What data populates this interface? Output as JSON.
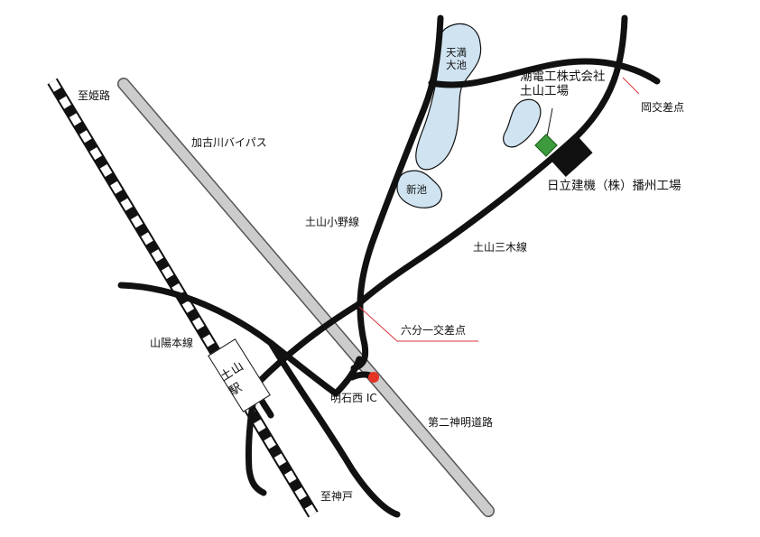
{
  "map": {
    "labels": {
      "himeji": "至姫路",
      "kobe": "至神戸",
      "kakogawa_bypass": "加古川バイパス",
      "sanyo_line": "山陽本線",
      "station": "土山駅",
      "tsuchiyama_ono_line": "土山小野線",
      "tsuchiyama_miki_line": "土山三木線",
      "roppunichi": "六分一交差点",
      "akashi_nishi_ic": "明石西 IC",
      "daini_shinmei": "第二神明道路",
      "tenman_oike": "天満\n大池",
      "shin_ike": "新池",
      "ushio_factory": "潮電工株式会社\n土山工場",
      "hitachi_factory": "日立建機（株）播州工場",
      "oka_crossing": "岡交差点"
    },
    "colors": {
      "road": "#111111",
      "expressway": "#cccccc",
      "pond": "#cfe3f1",
      "leader_line": "#d9323a",
      "ic_marker": "#e53324",
      "ushio_marker": "#3d9b3d",
      "hitachi_marker": "#111111"
    }
  }
}
